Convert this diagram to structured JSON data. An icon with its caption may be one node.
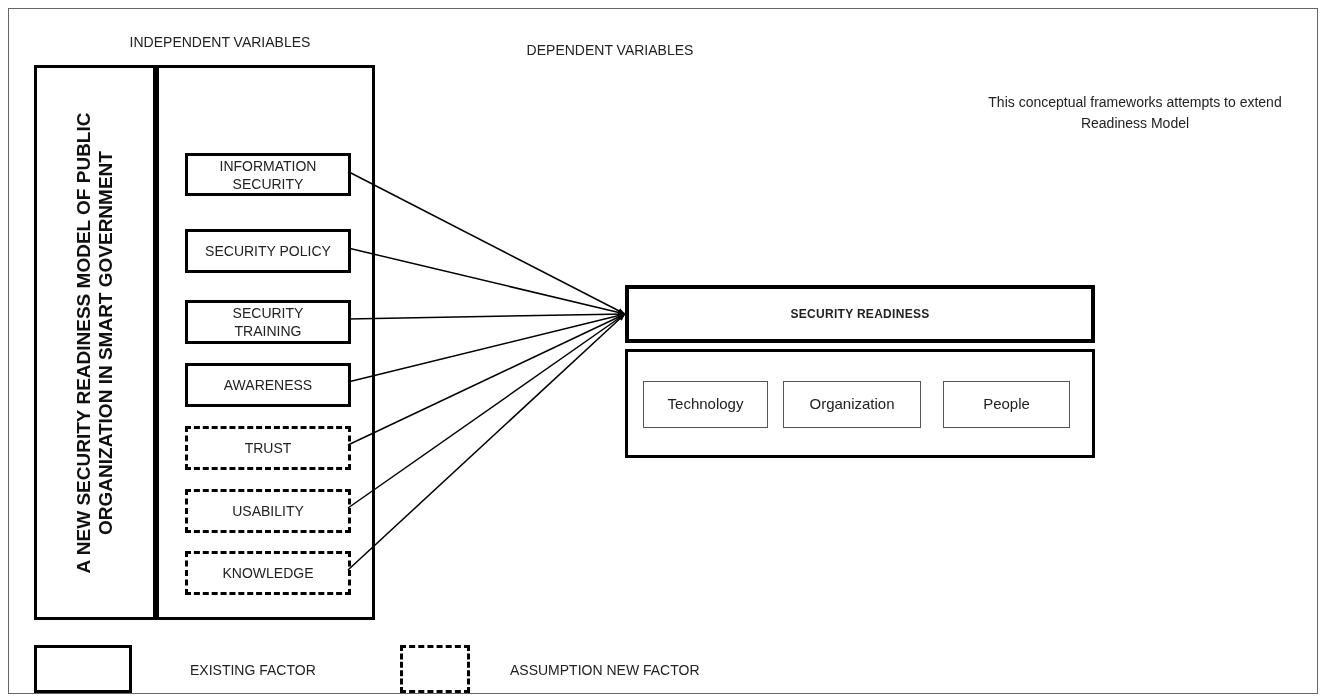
{
  "diagram": {
    "nodes": [
      {
        "text": [
          "A NEW SECURITY READINESS MODEL OF PUBLIC ORGANIZATION IN SMART GOVERNMENT"
        ]
      },
      {
        "text": [],
        "shape": "box"
      },
      {
        "text": [
          "INFORMATION SECURITY"
        ],
        "in": 1
      },
      {
        "text": [
          "SECURITY POLICY"
        ],
        "in": 1
      },
      {
        "text": [
          "SECURITY TRAINING"
        ],
        "in": 1
      },
      {
        "text": [
          "AWARENESS"
        ],
        "in": 1
      },
      {
        "text": [
          "TRUST"
        ],
        "in": 1
      },
      {
        "text": [
          "USABILITY"
        ],
        "in": 1
      },
      {
        "text": [
          "KNOWLEDGE"
        ],
        "in": 1
      },
      {
        "text": [
          "SECURITY READINESS"
        ]
      },
      {
        "text": [],
        "shape": "box"
      },
      {
        "text": [
          "Technology"
        ],
        "in": 10
      },
      {
        "text": [
          "Organization"
        ],
        "in": 10
      },
      {
        "text": [
          "People"
        ],
        "in": 10
      }
    ],
    "edges": [
      {
        "from": 2,
        "to": 9,
        "arrow": "to"
      },
      {
        "from": 3,
        "to": 9,
        "arrow": "to"
      },
      {
        "from": 4,
        "to": 9,
        "arrow": "to"
      },
      {
        "from": 5,
        "to": 9,
        "arrow": "to"
      },
      {
        "from": 6,
        "to": 9,
        "arrow": "to"
      },
      {
        "from": 7,
        "to": 9,
        "arrow": "to"
      },
      {
        "from": 8,
        "to": 9,
        "arrow": "to"
      }
    ],
    "labels": [
      "INDEPENDENT VARIABLES",
      "DEPENDENT VARIABLES",
      "This conceptual frameworks attempts to extend Readiness Model"
    ],
    "legend": [
      {
        "text": "EXISTING FACTOR"
      },
      {
        "text": "ASSUMPTION NEW FACTOR"
      }
    ]
  }
}
